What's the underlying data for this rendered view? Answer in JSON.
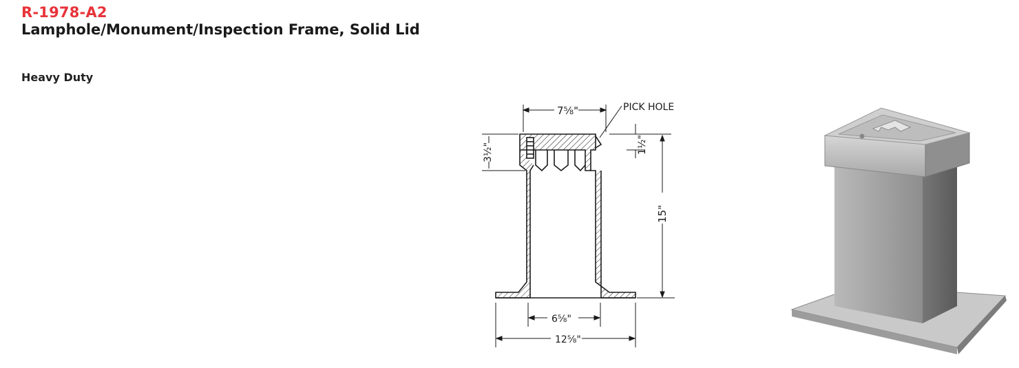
{
  "product": {
    "model_number": "R-1978-A2",
    "title": "Lamphole/Monument/Inspection Frame, Solid Lid",
    "duty": "Heavy Duty"
  },
  "drawing": {
    "top_width": "7⅝\"",
    "pick_hole": "PICK HOLE",
    "lid_height": "3½\"",
    "lid_depth": "1½\"",
    "total_height": "15\"",
    "inner_width": "6⅝\"",
    "flange_width": "12⅝\""
  },
  "colors": {
    "model_red": "#e8333a",
    "line": "#1a1a1a"
  }
}
